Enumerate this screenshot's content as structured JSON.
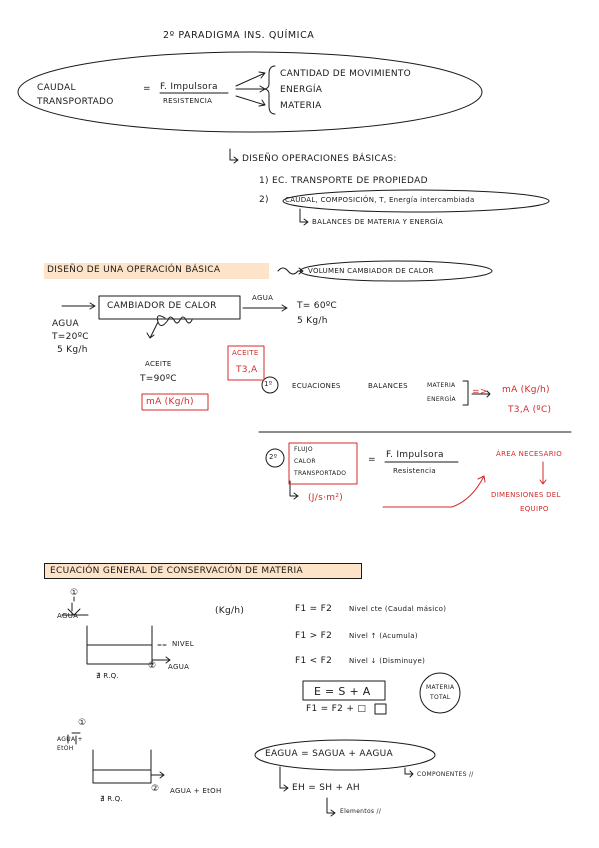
{
  "colors": {
    "ink": "#1a1a1a",
    "red": "#d42a2a",
    "highlight": "#fde3c8"
  },
  "header": {
    "title": "2º PARADIGMA INS. QUÍMICA"
  },
  "paradigm": {
    "caudal": "CAUDAL",
    "transportado": "TRANSPORTADO",
    "eq": "=",
    "impulsora": "F. Impulsora",
    "resistencia": "RESISTENCIA",
    "items": [
      "CANTIDAD DE MOVIMIENTO",
      "ENERGÍA",
      "MATERIA"
    ]
  },
  "diseno_ops": {
    "title": "DISEÑO OPERACIONES BÁSICAS:",
    "item1": "1) EC. TRANSPORTE DE PROPIEDAD",
    "item2": "CAUDAL, COMPOSICIÓN, T, Energía intercambiada",
    "item2_prefix": "2)",
    "balances": "BALANCES DE MATERIA Y ENERGÍA"
  },
  "operacion": {
    "title": "DISEÑO DE UNA OPERACIÓN BÁSICA",
    "volumen": "VOLUMEN CAMBIADOR DE CALOR",
    "cambiador": "CAMBIADOR DE CALOR",
    "agua_in": "AGUA",
    "t_in": "T=20ºC",
    "flow_in": "5 Kg/h",
    "agua_out": "AGUA",
    "t_out": "T= 60ºC",
    "flow_out": "5 Kg/h",
    "aceite": "ACEITE",
    "t_aceite": "T=90ºC",
    "aceite_box1": "ACEITE",
    "aceite_box2": "T3,A",
    "ma_box": "mA (Kg/h)",
    "step1_num": "1º",
    "ecuaciones": "ECUACIONES",
    "balances": "BALANCES",
    "materia": "MATERIA",
    "energia": "ENERGÍA",
    "arrow": "=>",
    "ma": "mA (Kg/h)",
    "t3a": "T3,A (ºC)",
    "step2_num": "2º",
    "flujo1": "FLUJO",
    "flujo2": "CALOR",
    "flujo3": "TRANSPORTADO",
    "eq": "=",
    "impulsora": "F. Impulsora",
    "resistencia": "Resistencia",
    "units": "(J/s·m²)",
    "area": "ÁREA NECESARIO",
    "dim1": "DIMENSIONES DEL",
    "dim2": "EQUIPO"
  },
  "conservacion": {
    "title": "ECUACIÓN GENERAL DE CONSERVACIÓN DE MATERIA",
    "n1": "①",
    "agua": "AGUA",
    "nivel": "NIVEL",
    "rq": "∄ R.Q.",
    "n2": "②",
    "agua_out": "AGUA",
    "units": "(Kg/h)",
    "cases": [
      {
        "eq": "F1 = F2",
        "desc": "Nivel cte (Caudal másico)"
      },
      {
        "eq": "F1 > F2",
        "desc": "Nivel ↑ (Acumula)"
      },
      {
        "eq": "F1 < F2",
        "desc": "Nivel ↓ (Disminuye)"
      }
    ],
    "general": "E = S + A",
    "materia_total1": "MATERIA",
    "materia_total2": "TOTAL",
    "f_eq": "F1 = F2 + □",
    "n1b": "①",
    "agua_etoh1": "AGUA +",
    "agua_etoh2": "EtOH",
    "rq2": "∄ R.Q.",
    "n2b": "②",
    "agua_etoh_out": "AGUA + EtOH",
    "eq_agua": "EAGUA = SAGUA + AAGUA",
    "componentes": "COMPONENTES //",
    "eq_h": "EH = SH + AH",
    "elementos": "Elementos //"
  }
}
